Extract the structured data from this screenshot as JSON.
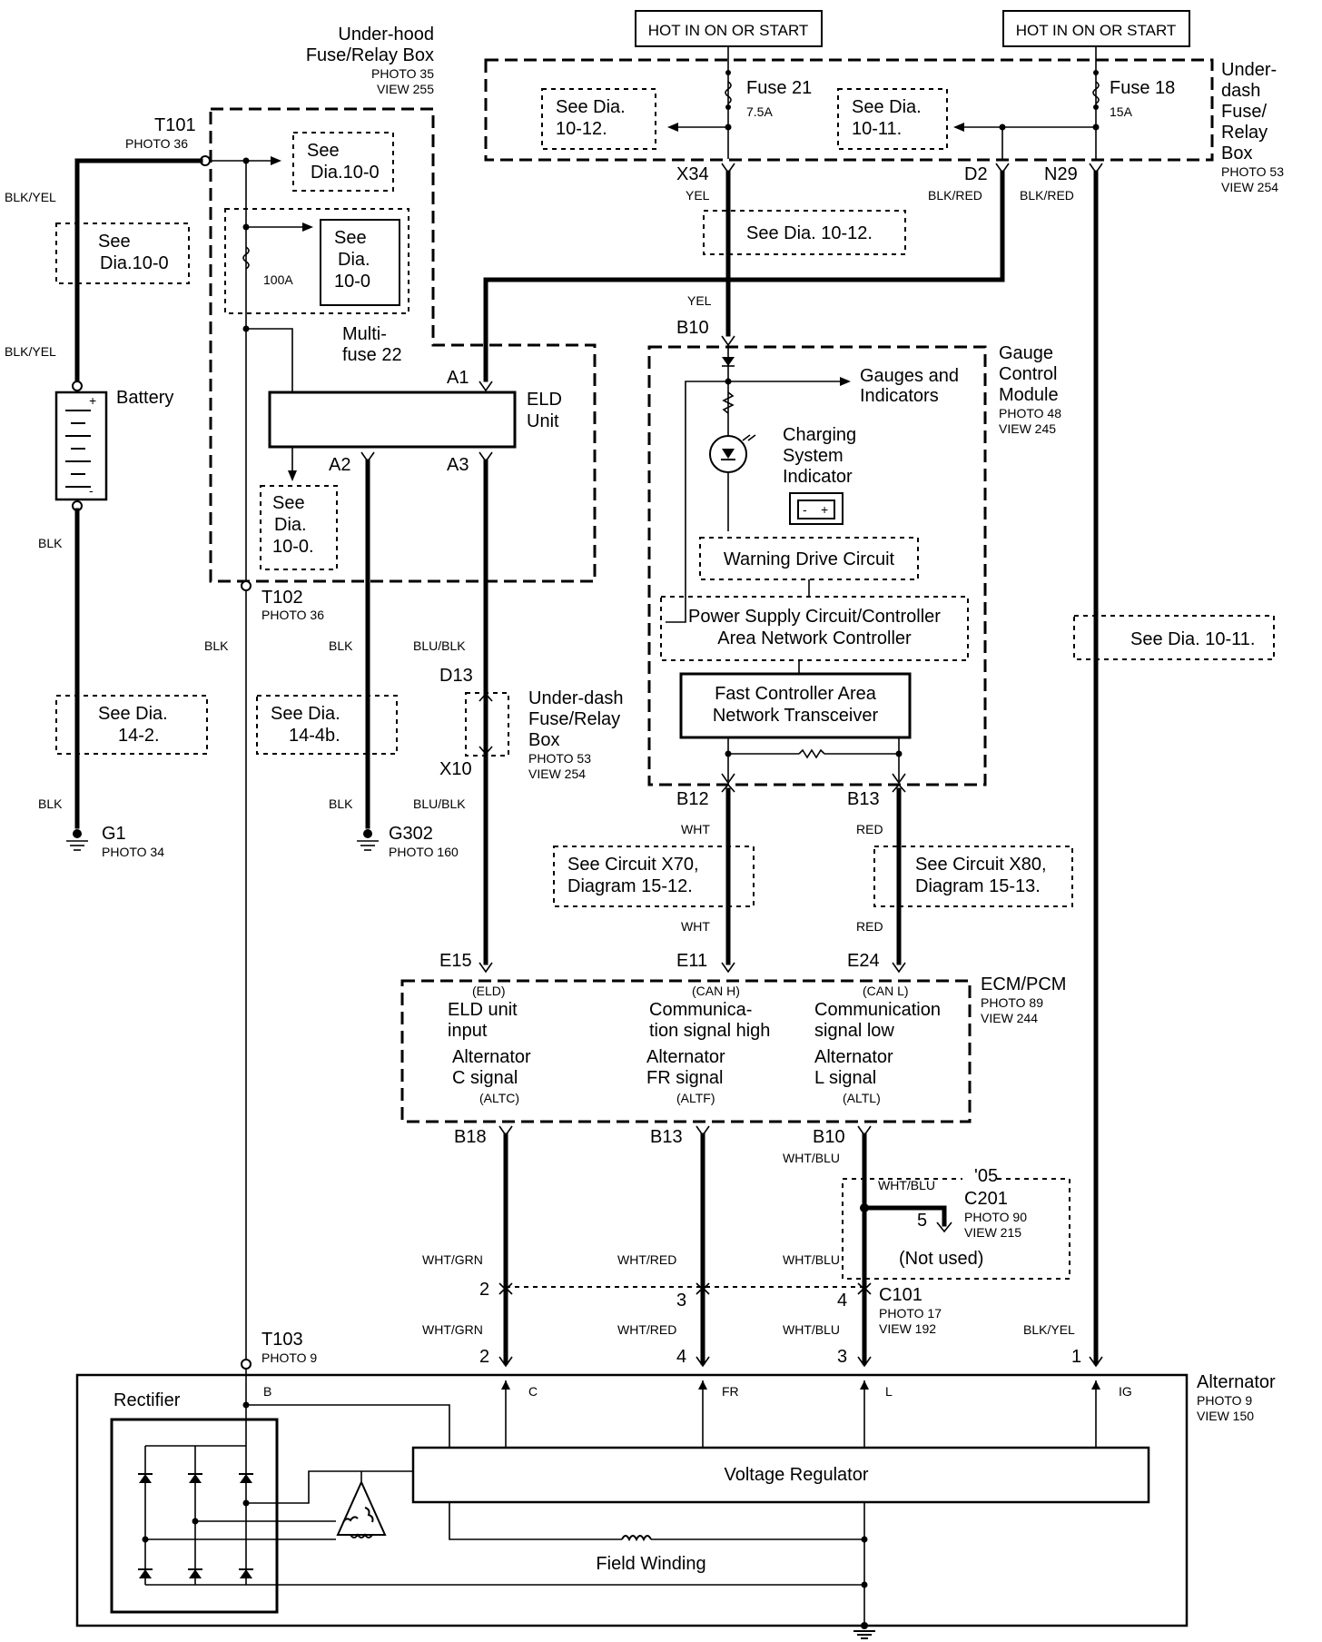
{
  "hot_labels": [
    "HOT IN ON OR START",
    "HOT IN ON OR START"
  ],
  "underhood_box": {
    "title1": "Under-hood",
    "title2": "Fuse/Relay Box",
    "photo": "PHOTO 35",
    "view": "VIEW 255"
  },
  "underdash_box_top": {
    "l1": "Under-",
    "l2": "dash",
    "l3": "Fuse/",
    "l4": "Relay",
    "l5": "Box",
    "photo": "PHOTO 53",
    "view": "VIEW 254"
  },
  "fuses": {
    "fuse21": {
      "name": "Fuse 21",
      "rating": "7.5A"
    },
    "fuse18": {
      "name": "Fuse 18",
      "rating": "15A"
    },
    "multifuse": {
      "rating": "100A",
      "name1": "Multi-",
      "name2": "fuse 22"
    }
  },
  "see_dia": {
    "s1012_top": [
      "See Dia.",
      "10-12."
    ],
    "s1011_top": [
      "See  Dia.",
      "10-11."
    ],
    "s100_a": [
      "See",
      "Dia.10-0"
    ],
    "s100_b": [
      "See",
      "Dia.10-0"
    ],
    "s100_c": [
      "See",
      "Dia.",
      "10-0"
    ],
    "s1012_mid": "See  Dia.  10-12.",
    "s100_d": [
      "See",
      "Dia.",
      "10-0."
    ],
    "s142": [
      "See Dia.",
      "14-2."
    ],
    "s144b": [
      "See Dia.",
      "14-4b."
    ],
    "s1011_right": "See  Dia. 10-11.",
    "x70": [
      "See Circuit X70,",
      "Diagram 15-12."
    ],
    "x80": [
      "See Circuit X80,",
      "Diagram 15-13."
    ]
  },
  "terminals": {
    "t101": "T101",
    "t101_photo": "PHOTO 36",
    "t102": "T102",
    "t102_photo": "PHOTO 36",
    "t103": "T103",
    "t103_photo": "PHOTO 9",
    "x34": "X34",
    "d2": "D2",
    "n29": "N29",
    "b10_top": "B10",
    "a1": "A1",
    "a2": "A2",
    "a3": "A3",
    "d13": "D13",
    "x10": "X10",
    "b12": "B12",
    "b13_top": "B13",
    "e15": "E15",
    "e11": "E11",
    "e24": "E24",
    "b18": "B18",
    "b13_low": "B13",
    "b10_low": "B10"
  },
  "wires": {
    "blk_yel": "BLK/YEL",
    "blk": "BLK",
    "yel": "YEL",
    "blk_red": "BLK/RED",
    "blu_blk": "BLU/BLK",
    "wht": "WHT",
    "red": "RED",
    "wht_grn": "WHT/GRN",
    "wht_red": "WHT/RED",
    "wht_blu": "WHT/BLU"
  },
  "battery": "Battery",
  "grounds": {
    "g1": "G1",
    "g1_photo": "PHOTO 34",
    "g302": "G302",
    "g302_photo": "PHOTO 160"
  },
  "eld": {
    "l1": "ELD",
    "l2": "Unit"
  },
  "underdash_mid": {
    "l1": "Under-dash",
    "l2": "Fuse/Relay",
    "l3": "Box",
    "photo": "PHOTO 53",
    "view": "VIEW 254"
  },
  "gauge": {
    "title1": "Gauge",
    "title2": "Control",
    "title3": "Module",
    "photo": "PHOTO 48",
    "view": "VIEW 245",
    "gauges1": "Gauges and",
    "gauges2": "Indicators",
    "charging1": "Charging",
    "charging2": "System",
    "charging3": "Indicator",
    "warning": "Warning Drive Circuit",
    "power1": "Power Supply Circuit/Controller",
    "power2": "Area Network Controller",
    "fast1": "Fast Controller Area",
    "fast2": "Network Transceiver"
  },
  "ecm": {
    "title": "ECM/PCM",
    "photo": "PHOTO 89",
    "view": "VIEW 244",
    "col1": {
      "code": "(ELD)",
      "l1": "ELD unit",
      "l2": "input",
      "l3": "Alternator",
      "l4": "C signal",
      "code2": "(ALTC)"
    },
    "col2": {
      "code": "(CAN H)",
      "l1": "Communica-",
      "l2": "tion signal high",
      "l3": "Alternator",
      "l4": "FR signal",
      "code2": "(ALTF)"
    },
    "col3": {
      "code": "(CAN L)",
      "l1": "Communication",
      "l2": "signal low",
      "l3": "Alternator",
      "l4": "L signal",
      "code2": "(ALTL)"
    }
  },
  "c201": {
    "year": "'05",
    "name": "C201",
    "photo": "PHOTO 90",
    "view": "VIEW 215",
    "pin": "5",
    "not_used": "(Not used)"
  },
  "c101": {
    "name": "C101",
    "photo": "PHOTO 17",
    "view": "VIEW 192",
    "pins_top": [
      "2",
      "3",
      "4"
    ],
    "pins_alt": [
      "2",
      "4",
      "3",
      "1"
    ]
  },
  "alternator": {
    "title": "Alternator",
    "photo": "PHOTO 9",
    "view": "VIEW 150",
    "rectifier": "Rectifier",
    "b": "B",
    "c": "C",
    "fr": "FR",
    "l": "L",
    "ig": "IG",
    "regulator": "Voltage Regulator",
    "field": "Field Winding"
  }
}
